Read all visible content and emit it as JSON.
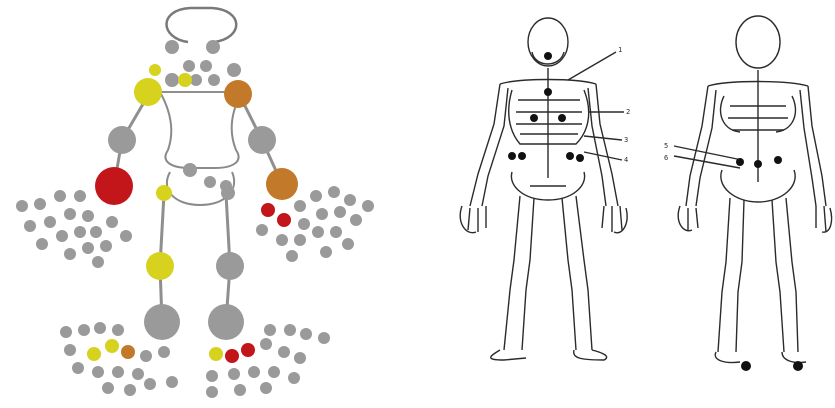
{
  "colors": {
    "background": "#ffffff",
    "outline": "#7a7a7a",
    "sketch": "#2b2b2b",
    "marker": "#111111",
    "joint_gray": "#9a9a9a",
    "joint_yellow": "#d6d21e",
    "joint_orange": "#c27a2a",
    "joint_red": "#c3161b"
  },
  "left_panel": {
    "description_icon": "3d-skeleton-joint-model-icon",
    "joint_palette": [
      "gray",
      "yellow",
      "orange",
      "red"
    ]
  },
  "right_panel": {
    "front_view_icon": "skeleton-front-view-icon",
    "back_view_icon": "skeleton-back-view-icon",
    "leader_numbers": [
      "1",
      "2",
      "3",
      "4",
      "5",
      "6"
    ]
  }
}
